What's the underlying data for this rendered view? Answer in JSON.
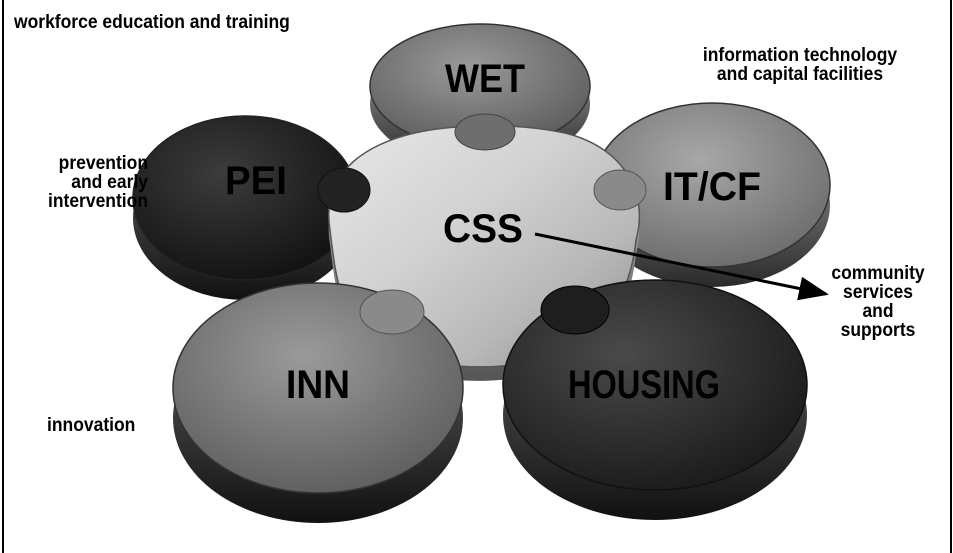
{
  "diagram": {
    "petals": {
      "wet": "WET",
      "itcf": "IT/CF",
      "housing": "HOUSING",
      "inn": "INN",
      "pei": "PEI"
    },
    "center": "CSS",
    "captions": {
      "wet": "workforce education and training",
      "itcf_line1": "information technology",
      "itcf_line2": "and capital facilities",
      "pei_line1": "prevention",
      "pei_line2": "and early",
      "pei_line3": "intervention",
      "css_line1": "community",
      "css_line2": "services",
      "css_line3": "and",
      "css_line4": "supports",
      "inn": "innovation"
    }
  }
}
